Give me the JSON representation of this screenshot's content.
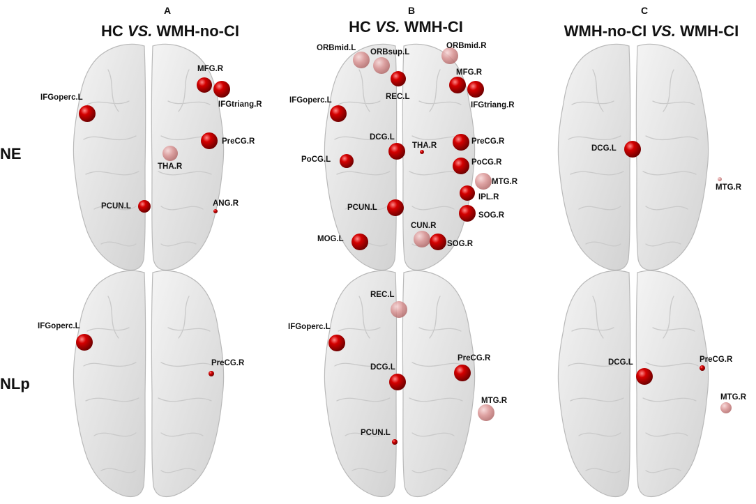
{
  "columns": [
    {
      "letter": "A",
      "title_left": "HC ",
      "title_vs": "VS.",
      "title_right": " WMH-no-CI"
    },
    {
      "letter": "B",
      "title_left": "HC ",
      "title_vs": "VS.",
      "title_right": " WMH-CI"
    },
    {
      "letter": "C",
      "title_left": "WMH-no-CI ",
      "title_vs": "VS.",
      "title_right": " WMH-CI"
    }
  ],
  "rows": [
    {
      "label": "NE"
    },
    {
      "label": "NLp"
    }
  ],
  "colors": {
    "node": "#c40000",
    "node_faint": "#d88a8a",
    "brain": "#e6e6e6"
  },
  "panels": [
    {
      "id": "A-NE",
      "nodes": [
        {
          "label": "IFGoperc.L"
        },
        {
          "label": "MFG.R"
        },
        {
          "label": "IFGtriang.R"
        },
        {
          "label": "PreCG.R"
        },
        {
          "label": "THA.R"
        },
        {
          "label": "PCUN.L"
        },
        {
          "label": "ANG.R"
        }
      ]
    },
    {
      "id": "B-NE",
      "nodes": [
        {
          "label": "ORBmid.L"
        },
        {
          "label": "ORBsup.L"
        },
        {
          "label": "ORBmid.R"
        },
        {
          "label": "REC.L"
        },
        {
          "label": "MFG.R"
        },
        {
          "label": "IFGoperc.L"
        },
        {
          "label": "IFGtriang.R"
        },
        {
          "label": "DCG.L"
        },
        {
          "label": "THA.R"
        },
        {
          "label": "PreCG.R"
        },
        {
          "label": "PoCG.L"
        },
        {
          "label": "PoCG.R"
        },
        {
          "label": "MTG.R"
        },
        {
          "label": "IPL.R"
        },
        {
          "label": "PCUN.L"
        },
        {
          "label": "SOG.R"
        },
        {
          "label": "CUN.R"
        },
        {
          "label": "MOG.L"
        },
        {
          "label": "SOG.R"
        }
      ]
    },
    {
      "id": "C-NE",
      "nodes": [
        {
          "label": "DCG.L"
        },
        {
          "label": "MTG.R"
        }
      ]
    },
    {
      "id": "A-NLp",
      "nodes": [
        {
          "label": "IFGoperc.L"
        },
        {
          "label": "PreCG.R"
        }
      ]
    },
    {
      "id": "B-NLp",
      "nodes": [
        {
          "label": "REC.L"
        },
        {
          "label": "IFGoperc.L"
        },
        {
          "label": "DCG.L"
        },
        {
          "label": "PreCG.R"
        },
        {
          "label": "MTG.R"
        },
        {
          "label": "PCUN.L"
        }
      ]
    },
    {
      "id": "C-NLp",
      "nodes": [
        {
          "label": "DCG.L"
        },
        {
          "label": "PreCG.R"
        },
        {
          "label": "MTG.R"
        }
      ]
    }
  ]
}
